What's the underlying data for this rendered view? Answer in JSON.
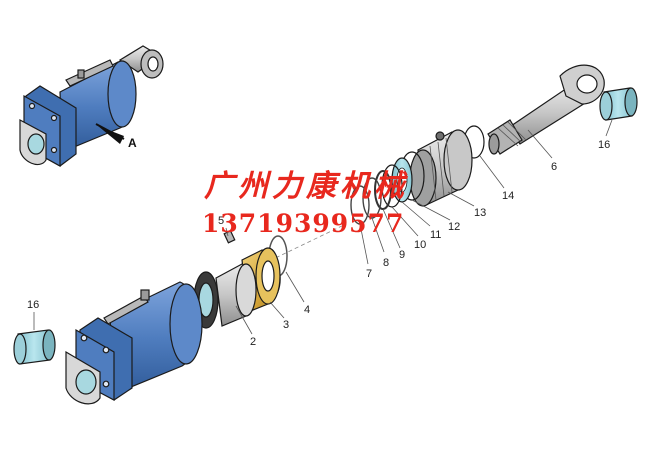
{
  "watermark": {
    "company": "广州力康机械",
    "phone": "13719399577"
  },
  "view_marker": "A",
  "callouts": [
    "2",
    "3",
    "4",
    "5",
    "6",
    "7",
    "8",
    "9",
    "10",
    "11",
    "12",
    "13",
    "14",
    "16",
    "16"
  ],
  "colors": {
    "barrel": "#4f7dbf",
    "ring_gold": "#d4a437",
    "bushing_cyan": "#a8d8e0",
    "metal_gray": "#c9c9c9",
    "watermark_red": "#e8281e"
  }
}
